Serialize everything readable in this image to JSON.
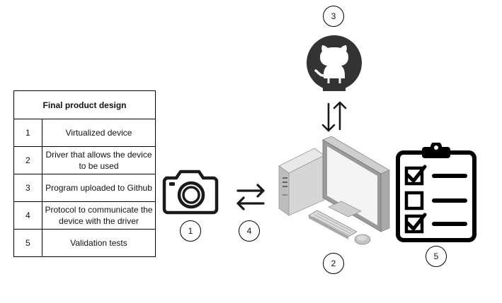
{
  "table": {
    "title": "Final product design",
    "rows": [
      {
        "num": "1",
        "label": "Virtualized device"
      },
      {
        "num": "2",
        "label": "Driver that allows the device to be used"
      },
      {
        "num": "3",
        "label": "Program uploaded to Github"
      },
      {
        "num": "4",
        "label": "Protocol to communicate the device with the driver"
      },
      {
        "num": "5",
        "label": "Validation tests"
      }
    ]
  },
  "badges": {
    "camera": "1",
    "computer": "2",
    "github": "3",
    "protocol": "4",
    "tests": "5"
  },
  "icons": {
    "camera": "camera-icon",
    "protocol": "swap-arrows-icon",
    "computer": "desktop-computer-icon",
    "github": "github-icon",
    "sync": "vertical-swap-arrows-icon",
    "tests": "clipboard-checklist-icon"
  },
  "colors": {
    "stroke": "#1a1a1a",
    "github_circle": "#333333",
    "clipboard": "#000000"
  }
}
